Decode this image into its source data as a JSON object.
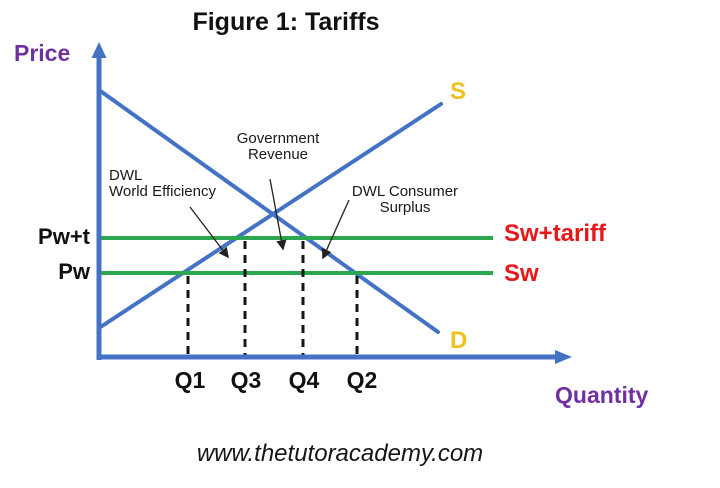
{
  "figure": {
    "title": "Figure 1: Tariffs",
    "watermark": "www.thetutoracademy.com"
  },
  "axes": {
    "y_axis_label": "Price",
    "x_axis_label": "Quantity"
  },
  "curves": {
    "supply_label": "S",
    "demand_label": "D"
  },
  "price_levels": {
    "world_plus_tariff_axis_label": "Pw+t",
    "world_axis_label": "Pw",
    "world_plus_tariff_line_label": "Sw+tariff",
    "world_line_label": "Sw"
  },
  "quantity_ticks": [
    "Q1",
    "Q3",
    "Q4",
    "Q2"
  ],
  "annotations": {
    "government_revenue_line1": "Government",
    "government_revenue_line2": "Revenue",
    "dwl_world_line1": "DWL",
    "dwl_world_line2": "World Efficiency",
    "dwl_consumer_line1": "DWL Consumer",
    "dwl_consumer_line2": "Surplus"
  },
  "colors": {
    "curve-blue": "#4472C4",
    "price-line-green": "#2BA84F",
    "axis-label-purple": "#7030A0",
    "world-price-red": "#E51717",
    "curve-label-gold": "#EFC11E",
    "text-black": "#111111"
  }
}
